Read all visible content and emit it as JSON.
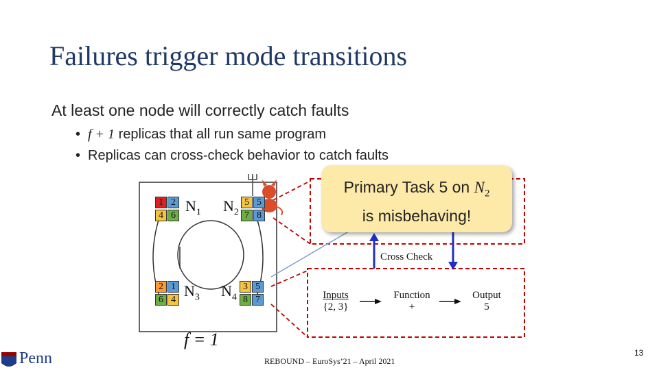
{
  "slide": {
    "title": "Failures trigger mode transitions",
    "bullet_main": "At least one node will correctly catch faults",
    "sub_bullets": [
      {
        "math": "f + 1",
        "text": " replicas that all run same program"
      },
      {
        "math": "",
        "text": "Replicas can cross-check behavior to catch faults"
      }
    ],
    "bullet_symbol": "•"
  },
  "nodes": [
    {
      "id": "N1",
      "name": "N",
      "sub": "1",
      "tasks": [
        "1",
        "2",
        "4",
        "6"
      ],
      "colors": [
        "#e02020",
        "#5b9bd5",
        "#f5c342",
        "#70ad47"
      ]
    },
    {
      "id": "N2",
      "name": "N",
      "sub": "2",
      "tasks": [
        "5",
        "5",
        "7",
        "8"
      ],
      "colors": [
        "#f5c342",
        "#5b9bd5",
        "#70ad47",
        "#5b9bd5"
      ]
    },
    {
      "id": "N3",
      "name": "N",
      "sub": "3",
      "tasks": [
        "2",
        "1",
        "6",
        "4"
      ],
      "colors": [
        "#ff9933",
        "#5b9bd5",
        "#70ad47",
        "#f5c342"
      ]
    },
    {
      "id": "N4",
      "name": "N",
      "sub": "4",
      "tasks": [
        "3",
        "5",
        "8",
        "7"
      ],
      "colors": [
        "#f5c342",
        "#5b9bd5",
        "#70ad47",
        "#5b9bd5"
      ]
    }
  ],
  "callout": {
    "line1_text": "Primary Task 5 on ",
    "line1_math": "N",
    "line1_sub": "2",
    "line2": "is misbehaving!"
  },
  "cross_check": "Cross Check",
  "pipeline": {
    "inputs_label": "Inputs",
    "inputs_value": "{2, 3}",
    "function_label": "Function",
    "function_value": "+",
    "output_label": "Output",
    "output_value": "5"
  },
  "f_equation": "f = 1",
  "footer": "REBOUND – EuroSys’21 – April 2021",
  "page_number": "13",
  "logo_text": "Penn",
  "colors": {
    "title": "#1f3864",
    "dashed_red": "#c00000",
    "arrow_blue": "#1f2fbf",
    "callout_bg": "#fde9a8"
  }
}
